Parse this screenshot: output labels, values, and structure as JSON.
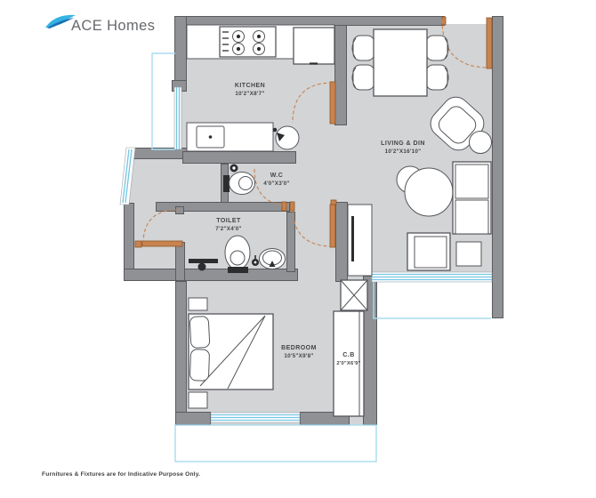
{
  "brand": {
    "name": "ACE Homes",
    "logo_icon": "wave-swoosh-icon",
    "swoosh_light": "#35b2e3",
    "swoosh_dark": "#1a70b2",
    "text_color": "#67696d"
  },
  "plan": {
    "rooms": [
      {
        "id": "kitchen",
        "name": "KITCHEN",
        "dims": "10'2\"X8'7\""
      },
      {
        "id": "living",
        "name": "LIVING & DIN",
        "dims": "10'2\"X16'10\""
      },
      {
        "id": "wc",
        "name": "W.C",
        "dims": "4'0\"X3'0\""
      },
      {
        "id": "toilet",
        "name": "TOILET",
        "dims": "7'2\"X4'0\""
      },
      {
        "id": "bedroom",
        "name": "BEDROOM",
        "dims": "10'5\"X9'8\""
      },
      {
        "id": "cb",
        "name": "C.B",
        "dims": "2'0\"X6'9\""
      }
    ],
    "fixtures": [
      "stove",
      "fridge",
      "kitchen-sink",
      "wash-basin",
      "wc-commode",
      "toilet-commode",
      "shower",
      "toilet-basin",
      "dining-table",
      "dining-chairs",
      "armchair",
      "sofa",
      "coffee-tables",
      "side-table",
      "tv-unit",
      "double-bed",
      "pillows",
      "nightstands",
      "cupboard",
      "duct-shaft"
    ]
  },
  "footnote": "Furnitures & Fixtures are for Indicative Purpose Only.",
  "colors": {
    "wall": "#8f9194",
    "wall_stroke": "#595b5e",
    "floor": "#d2d4d6",
    "window": "#74c6e2",
    "door": "#c9834f",
    "chajja": "#a9dcef",
    "label": "#454545"
  }
}
